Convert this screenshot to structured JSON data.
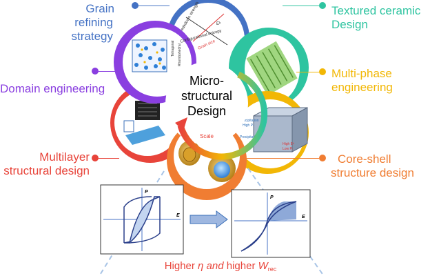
{
  "center": {
    "line1": "Micro-",
    "line2": "structural",
    "line3": "Design"
  },
  "scale_label": "Scale",
  "strategies": [
    {
      "id": "grain",
      "line1": "Grain",
      "line2": "refining strategy",
      "color": "#4472c4"
    },
    {
      "id": "textured",
      "line1": "Textured ceramic",
      "line2": "Design",
      "color": "#2ec4a0"
    },
    {
      "id": "multiphase",
      "line1": "Multi-phase",
      "line2": "engineering",
      "color": "#f2b705"
    },
    {
      "id": "coreshell",
      "line1": "Core-shell",
      "line2": "structure design",
      "color": "#f07d32"
    },
    {
      "id": "multilayer",
      "line1": "Multilayer",
      "line2": "structural design",
      "color": "#e8443a"
    },
    {
      "id": "domain",
      "line1": "Domain engineering",
      "line2": "",
      "color": "#8a3fe0"
    }
  ],
  "petal_texts": {
    "breakdown": "Breakdown strength",
    "grain_size": "Grain size",
    "config_entropy": "Configurational entropy",
    "tetragonal": "Tetragonal",
    "rhombohedral": "Rhombohedral",
    "precipitation_high": "Precipitation",
    "high_p": "High Pₛ",
    "precipitation_low": "Precipitation",
    "high_eb": "High Eᵇ",
    "low_pr": "Low Pᵣ",
    "eb": "Eᵇ"
  },
  "loops": {
    "left_p": "P",
    "left_e": "E",
    "right_p": "P",
    "right_e": "E"
  },
  "bottom_caption": {
    "part1": "Higher ",
    "eta": "η",
    "and": " and",
    "part2": " higher ",
    "w": "W",
    "sub": "rec"
  }
}
